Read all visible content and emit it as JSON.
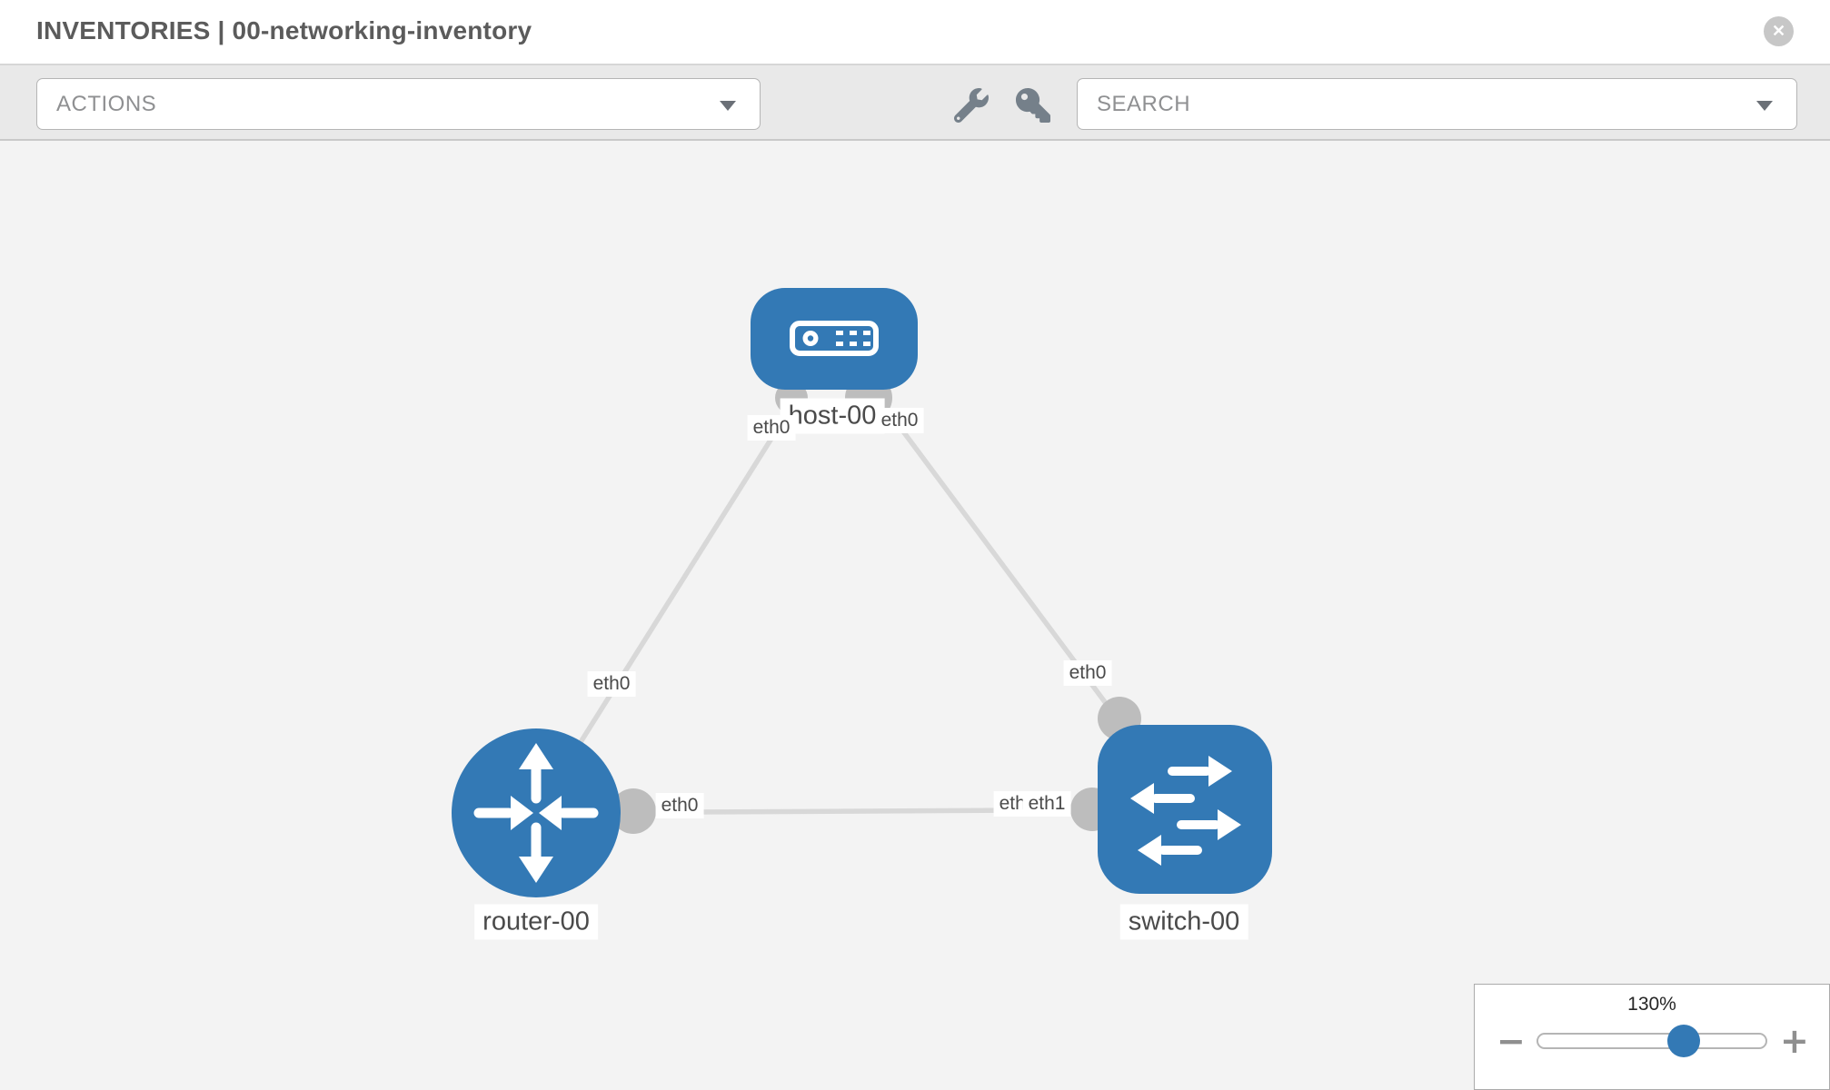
{
  "header": {
    "title": "INVENTORIES | 00-networking-inventory",
    "close_icon_glyph": "✕"
  },
  "toolbar": {
    "actions_label": "ACTIONS",
    "search_placeholder": "SEARCH",
    "icons": [
      "wrench-icon",
      "key-icon"
    ]
  },
  "topology": {
    "nodes": [
      {
        "id": "host-00",
        "type": "host",
        "label": "host-00"
      },
      {
        "id": "router-00",
        "type": "router",
        "label": "router-00"
      },
      {
        "id": "switch-00",
        "type": "switch",
        "label": "switch-00"
      }
    ],
    "links": [
      {
        "from": "host-00",
        "from_interface": "eth0",
        "to": "router-00",
        "to_interface": "eth0"
      },
      {
        "from": "host-00",
        "from_interface": "eth0",
        "to": "switch-00",
        "to_interface": "eth0"
      },
      {
        "from": "router-00",
        "from_interface": "eth0",
        "to": "switch-00",
        "to_interface": "eth1",
        "to_end_labels": [
          "eth0",
          "eth1"
        ]
      }
    ]
  },
  "zoom_control": {
    "level": "130%",
    "zoom_out_glyph": "−",
    "zoom_in_glyph": "+"
  },
  "colors": {
    "node_fill": "#3379b5",
    "link_gray": "#d8d8d8",
    "interface_gray": "#bdbdbd",
    "accent_blue": "#3379b5"
  }
}
